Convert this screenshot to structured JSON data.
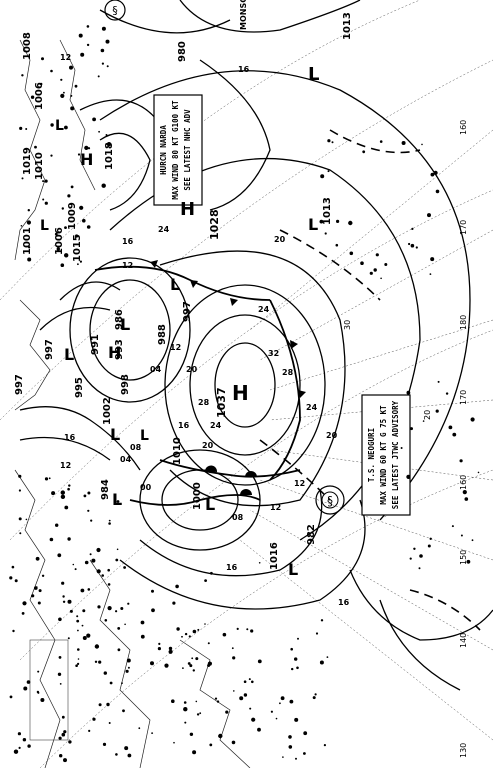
{
  "storms": [
    {
      "id": "narda",
      "lines": [
        "HURCN NARDA",
        "MAX WIND 80 KT G100 KT",
        "SEE LATEST NHC ADV"
      ],
      "pressure": "980"
    },
    {
      "id": "neoguri",
      "lines": [
        "T.S. NEOGURI",
        "MAX WIND 60 KT G 75 KT",
        "SEE LATEST JTWC ADVISORY"
      ]
    }
  ],
  "pressure_labels": {
    "p1008": "1008",
    "p1013a": "1013",
    "p1006": "1006",
    "p1019": "1019",
    "p1010": "1010",
    "p1018": "1018",
    "p1009": "1009",
    "p1001": "1001",
    "p1006b": "1006",
    "p1015": "1015",
    "p1028": "1028",
    "p1013b": "1013",
    "p997": "997",
    "p995": "995",
    "p991": "991",
    "p986": "986",
    "p993": "993",
    "p988": "988",
    "p1037": "1037",
    "p1002": "1002",
    "p998": "998",
    "p1010b": "1010",
    "p984": "984",
    "p1000": "1000",
    "p1016": "1016",
    "p982": "982",
    "p997b": "997",
    "p997c": "997"
  },
  "isobar_values": {
    "v16a": "16",
    "v12a": "12",
    "v20a": "20",
    "v24a": "24",
    "v28a": "28",
    "v32a": "32",
    "v28b": "28",
    "v24b": "24",
    "v20b": "20",
    "v16b": "16",
    "v12b": "12",
    "v08a": "08",
    "v04a": "04",
    "v00a": "00",
    "v12c": "12",
    "v16c": "16",
    "v20c": "20",
    "v24c": "24",
    "v20d": "20",
    "v16d": "16",
    "v12d": "12",
    "v08b": "08",
    "v04b": "04",
    "v16e": "16",
    "v12e": "12",
    "v16f": "16",
    "v12f": "12",
    "v24d": "24"
  },
  "longitudes": {
    "l160w": "160",
    "l170w": "170",
    "l180": "180",
    "l170e": "170",
    "l160e": "160",
    "l150e": "150",
    "l140e": "140",
    "l130e": "130"
  },
  "latitudes": {
    "lat30": "30",
    "lat20": "20"
  },
  "place_labels": {
    "monsoon": "MONSO"
  },
  "center_marks": {
    "high": "H",
    "low": "L"
  }
}
